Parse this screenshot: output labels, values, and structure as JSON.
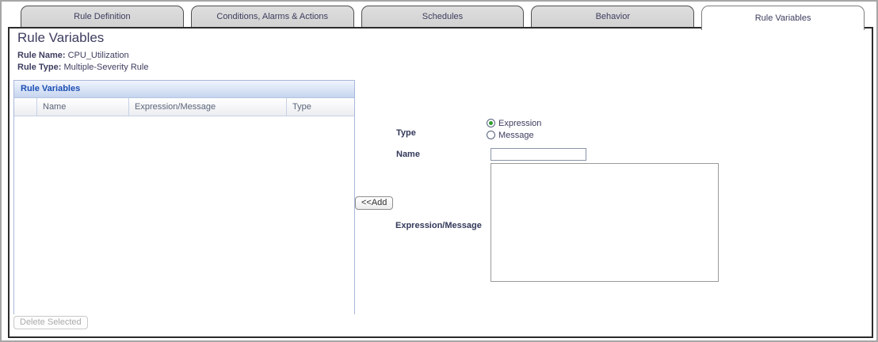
{
  "tabs": [
    {
      "label": "Rule Definition",
      "active": false
    },
    {
      "label": "Conditions, Alarms & Actions",
      "active": false
    },
    {
      "label": "Schedules",
      "active": false
    },
    {
      "label": "Behavior",
      "active": false
    },
    {
      "label": "Rule Variables",
      "active": true
    }
  ],
  "page": {
    "title": "Rule Variables",
    "rule_name_label": "Rule Name:",
    "rule_name_value": "CPU_Utilization",
    "rule_type_label": "Rule Type:",
    "rule_type_value": "Multiple-Severity Rule"
  },
  "variables_panel": {
    "title": "Rule Variables",
    "columns": [
      "",
      "Name",
      "Expression/Message",
      "Type"
    ],
    "rows": [],
    "delete_button_label": "Delete Selected",
    "delete_button_enabled": false
  },
  "form": {
    "type_label": "Type",
    "type_options": [
      {
        "label": "Expression",
        "selected": true
      },
      {
        "label": "Message",
        "selected": false
      }
    ],
    "name_label": "Name",
    "name_value": "",
    "add_button_label": "<<Add",
    "expression_label": "Expression/Message",
    "expression_value": ""
  },
  "colors": {
    "tab_background": "#d4d4d4",
    "active_tab_background": "#ffffff",
    "content_border": "#2b2b2b",
    "panel_border": "#a9b8da",
    "panel_header_text": "#1c4fb5",
    "panel_header_gradient_bottom": "#c6d4ee",
    "radio_selected_dot": "#2f9e2f",
    "text": "#3d3d60"
  }
}
